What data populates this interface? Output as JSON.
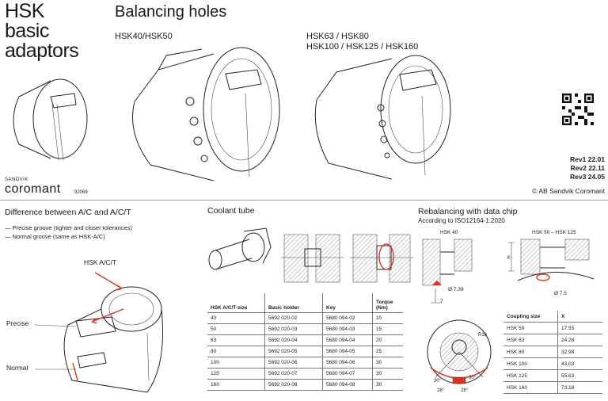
{
  "header": {
    "title_lines": [
      "HSK",
      "basic",
      "adaptors"
    ],
    "section_title": "Balancing holes",
    "variant_left": "HSK40/HSK50",
    "variant_right_line1": "HSK63 / HSK80",
    "variant_right_line2": "HSK100 / HSK125 / HSK160"
  },
  "revisions": [
    "Rev1 22.01",
    "Rev2 22.11",
    "Rev3 24.05"
  ],
  "copyright": "© AB Sandvik Coromant",
  "brand": {
    "small": "SANDVIK",
    "name": "coromant",
    "code": "92069"
  },
  "difference": {
    "title": "Difference between A/C and A/C/T",
    "bullets": [
      "—  Precise groove (tighter and closer tolerances)",
      "—  Normal groove (same as HSK-A/C)"
    ],
    "label_top": "HSK A/C/T",
    "label_precise": "Precise",
    "label_normal": "Normal"
  },
  "coolant": {
    "title": "Coolant tube",
    "headers": [
      "HSK A/C/T-size",
      "Basic holder",
      "Key",
      "Torque (Nm)"
    ],
    "rows": [
      [
        "40",
        "5692 020-02",
        "5680 094-02",
        "10"
      ],
      [
        "50",
        "5692 020-03",
        "5680 094-03",
        "15"
      ],
      [
        "63",
        "5692 020-04",
        "5680 094-04",
        "20"
      ],
      [
        "80",
        "5692 020-05",
        "5680 094-05",
        "25"
      ],
      [
        "100",
        "5692 020-06",
        "5680 094-06",
        "30"
      ],
      [
        "125",
        "5692 020-07",
        "5680 094-07",
        "30"
      ],
      [
        "160",
        "5692 020-08",
        "5680 094-08",
        "30"
      ]
    ]
  },
  "rebalancing": {
    "title": "Rebalancing with data chip",
    "subtitle": "According to  ISO12164-1:2020",
    "label_hsk40": "HSK 40",
    "label_hsk50_125": "HSK 50 – HSK 125",
    "dim_739": "Ø 7.39",
    "dim_75": "Ø 7.5",
    "dim_7": "7",
    "dim_x": "X",
    "angles": [
      "28°",
      "28°",
      "30°",
      "30°"
    ],
    "dim_r": "R16",
    "headers": [
      "Coupling size",
      "X"
    ],
    "rows": [
      [
        "HSK 50",
        "17.55"
      ],
      [
        "HSK 63",
        "24.28"
      ],
      [
        "HSK 80",
        "32.98"
      ],
      [
        "HSK 100",
        "43.03"
      ],
      [
        "HSK 125",
        "55.63"
      ],
      [
        "HSK 160",
        "73.18"
      ]
    ]
  }
}
